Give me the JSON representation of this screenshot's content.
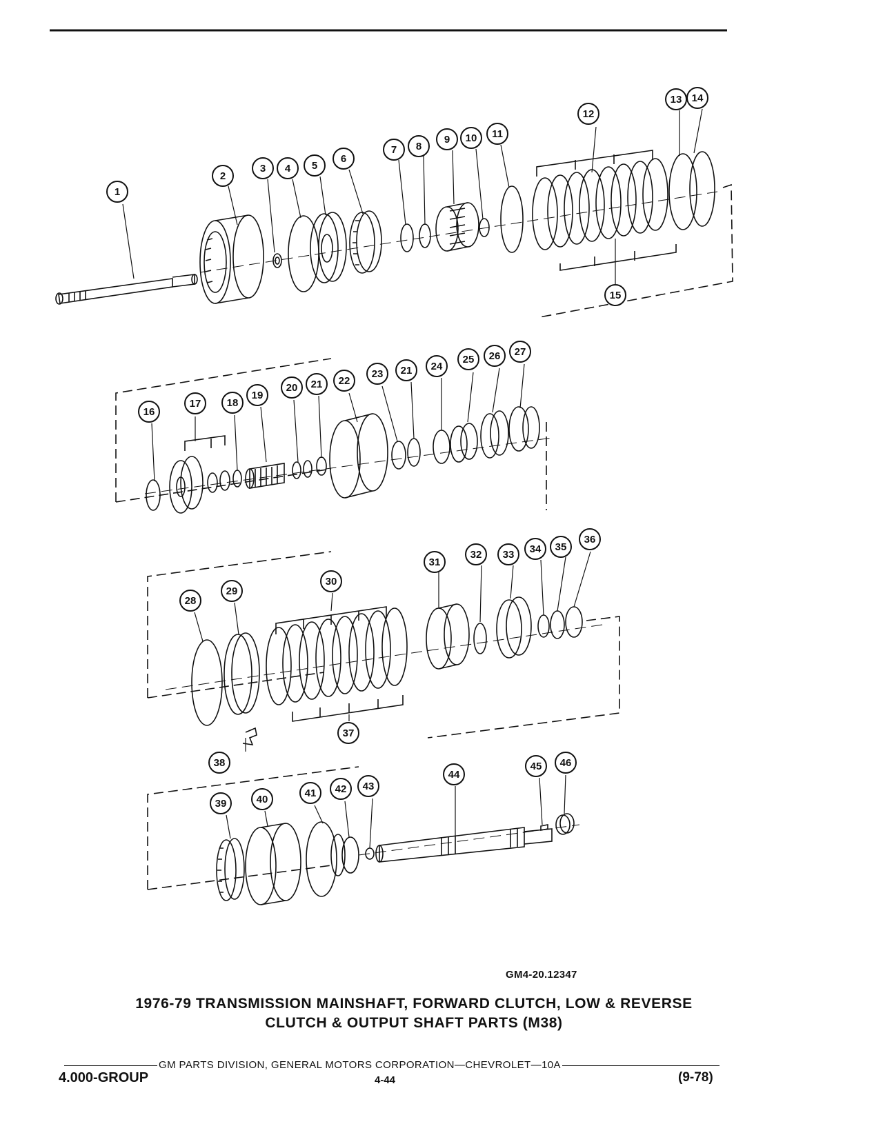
{
  "figure": {
    "code": "GM4-20.12347",
    "caption_line1": "1976-79 TRANSMISSION MAINSHAFT, FORWARD CLUTCH, LOW & REVERSE",
    "caption_line2": "CLUTCH & OUTPUT SHAFT PARTS (M38)"
  },
  "footer": {
    "division": "GM PARTS DIVISION, GENERAL MOTORS CORPORATION—CHEVROLET—10A",
    "group": "4.000-GROUP",
    "page": "4-44",
    "date": "(9-78)"
  },
  "callouts": [
    "1",
    "2",
    "3",
    "4",
    "5",
    "6",
    "7",
    "8",
    "9",
    "10",
    "11",
    "12",
    "13",
    "14",
    "15",
    "16",
    "17",
    "18",
    "19",
    "20",
    "21",
    "22",
    "23",
    "21",
    "24",
    "25",
    "26",
    "27",
    "28",
    "29",
    "30",
    "31",
    "32",
    "33",
    "34",
    "35",
    "36",
    "37",
    "38",
    "39",
    "40",
    "41",
    "42",
    "43",
    "44",
    "45",
    "46"
  ],
  "colors": {
    "ink": "#111111",
    "paper": "#ffffff"
  }
}
